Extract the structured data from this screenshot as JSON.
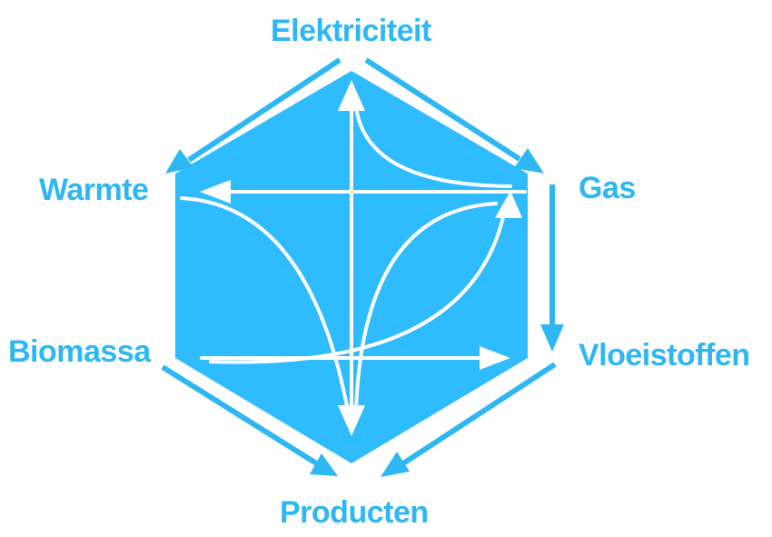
{
  "colors": {
    "accent": "#2fb7f4",
    "hexagon_fill": "#2fbcff",
    "inner_lines": "#ffffff",
    "background": "#ffffff"
  },
  "nodes": {
    "elektriciteit": "Elektriciteit",
    "gas": "Gas",
    "warmte": "Warmte",
    "biomassa": "Biomassa",
    "vloeistoffen": "Vloeistoffen",
    "producten": "Producten"
  }
}
